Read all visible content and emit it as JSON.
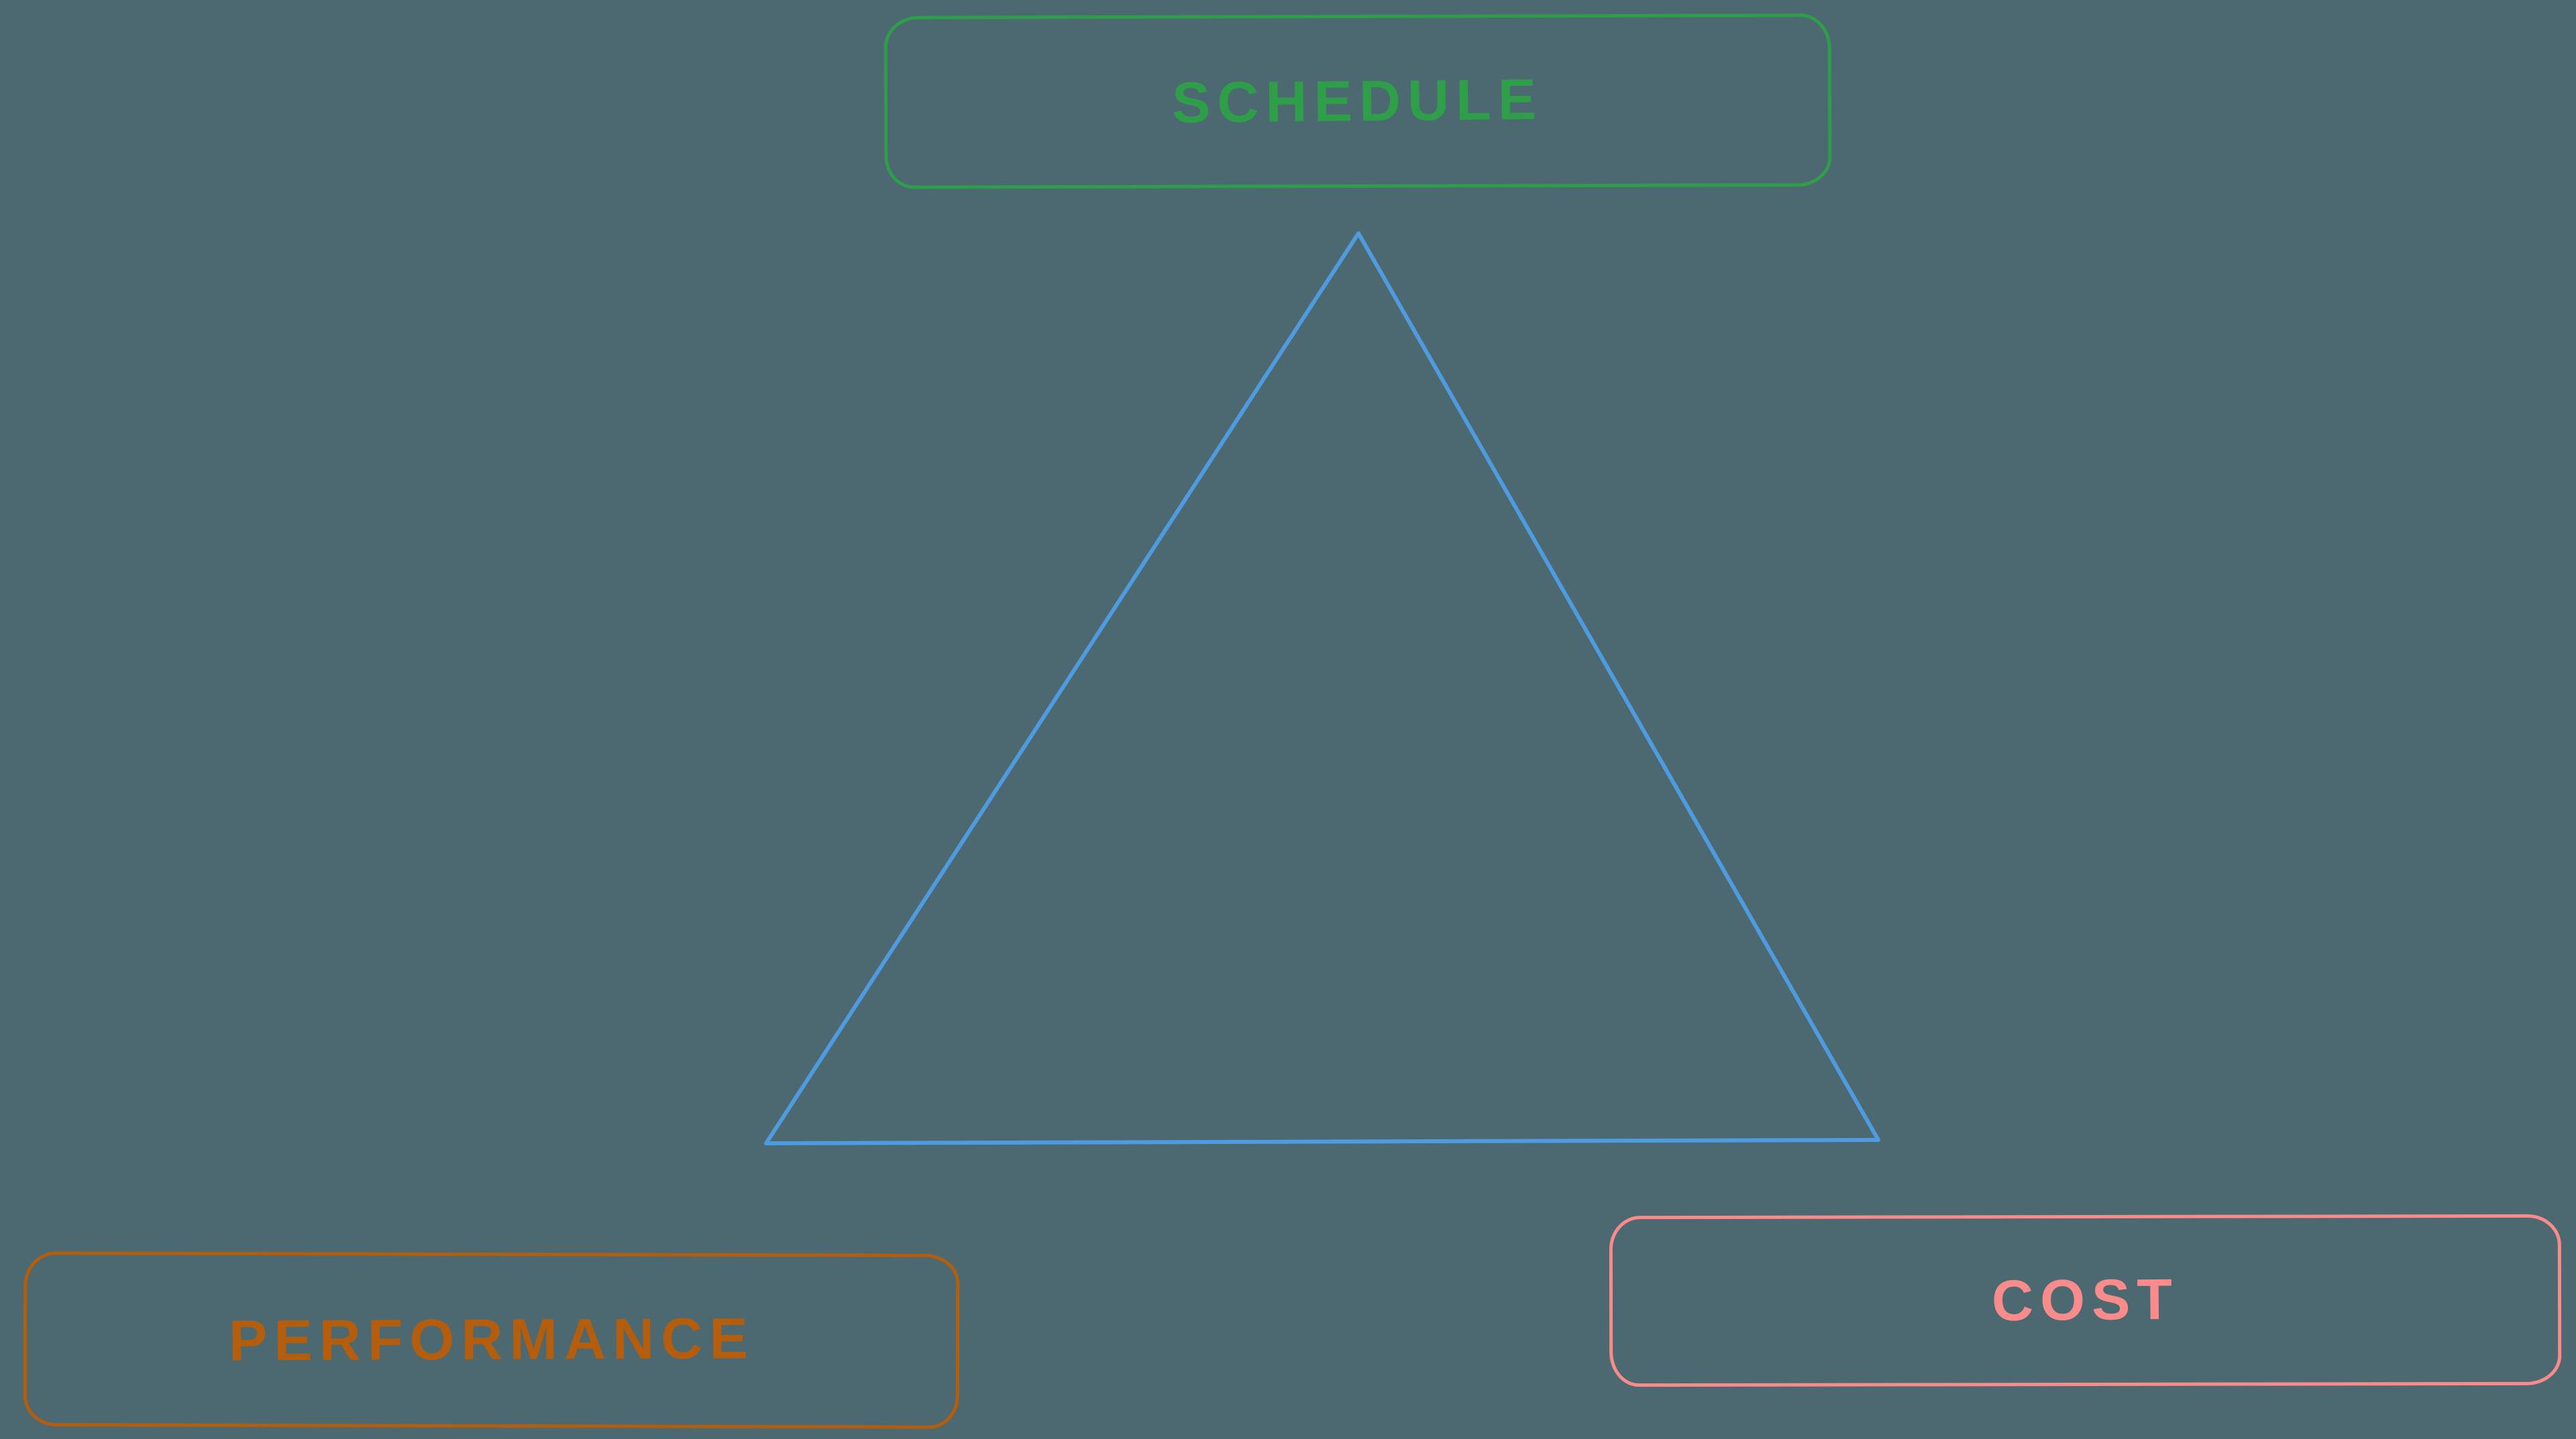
{
  "canvas": {
    "background": "#4c6871"
  },
  "diagram": {
    "type": "project-management-triangle",
    "nodes": {
      "schedule": {
        "label": "SCHEDULE",
        "color": "#2e9e48"
      },
      "performance": {
        "label": "PERFORMANCE",
        "color": "#b45e0d"
      },
      "cost": {
        "label": "COST",
        "color": "#f98b8b"
      }
    },
    "triangle": {
      "color": "#4f9be0"
    }
  }
}
